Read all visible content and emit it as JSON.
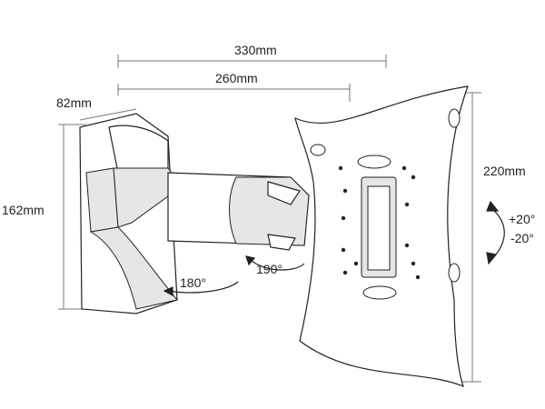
{
  "dimensions": {
    "total_depth": "330mm",
    "arm_depth": "260mm",
    "base_width": "82mm",
    "base_height": "162mm",
    "plate_height": "220mm"
  },
  "rotations": {
    "swivel_base": "180°",
    "swivel_head": "190°",
    "tilt_up": "+20°",
    "tilt_down": "-20°"
  }
}
